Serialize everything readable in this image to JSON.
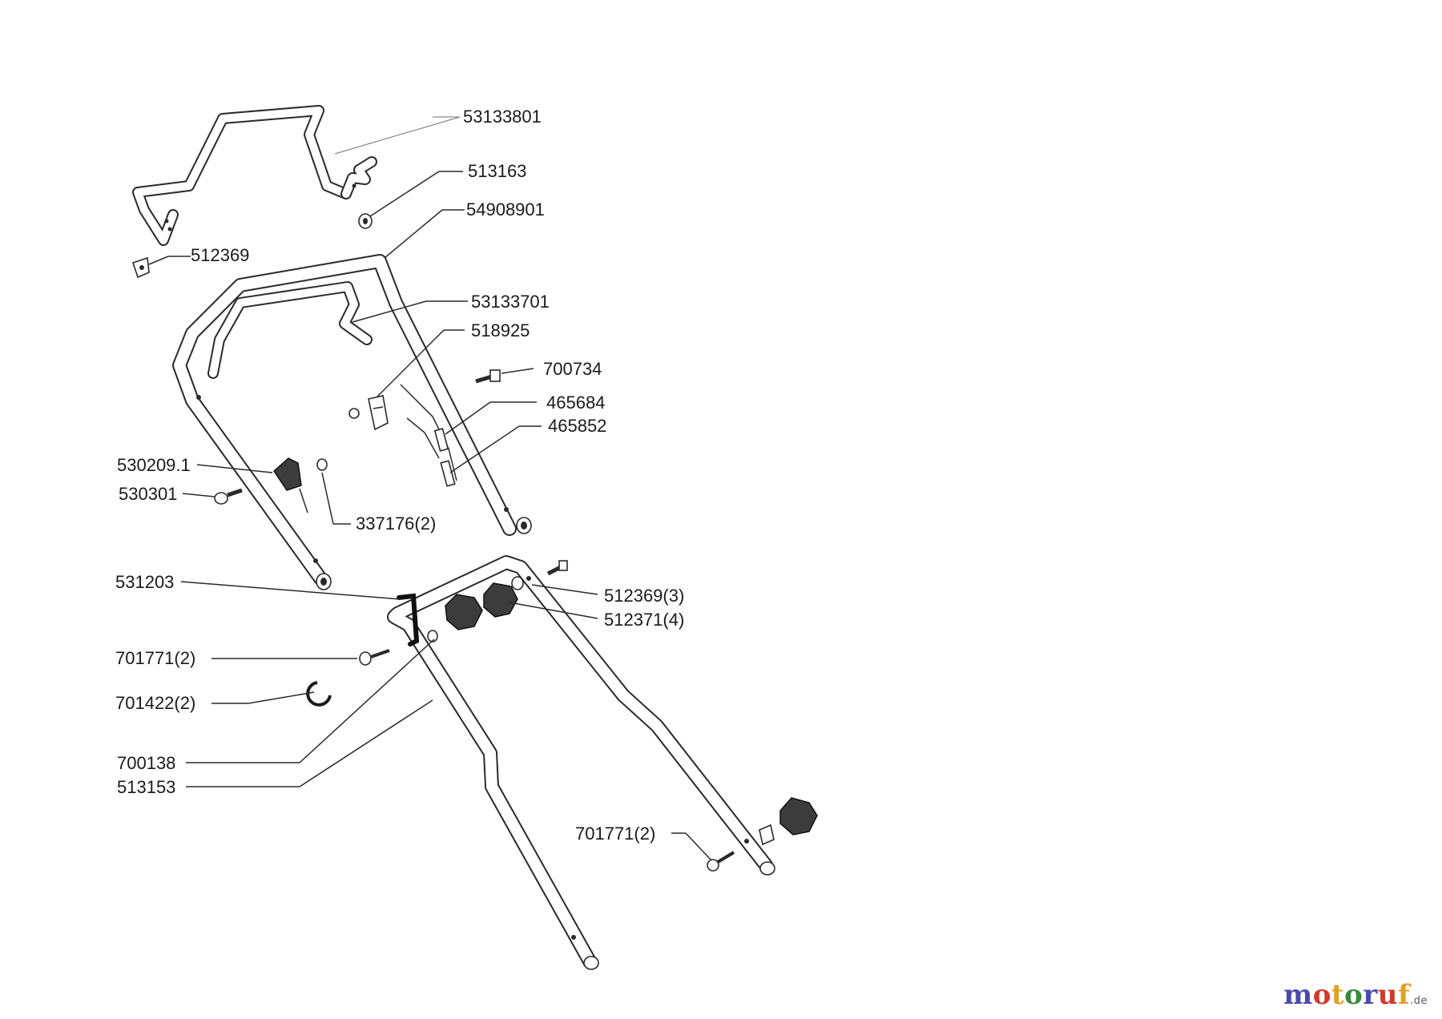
{
  "parts": [
    {
      "id": "p53133801",
      "number": "53133801"
    },
    {
      "id": "p513163",
      "number": "513163"
    },
    {
      "id": "p54908901",
      "number": "54908901"
    },
    {
      "id": "p512369",
      "number": "512369"
    },
    {
      "id": "p53133701",
      "number": "53133701"
    },
    {
      "id": "p518925",
      "number": "518925"
    },
    {
      "id": "p700734",
      "number": "700734"
    },
    {
      "id": "p465684",
      "number": "465684"
    },
    {
      "id": "p465852",
      "number": "465852"
    },
    {
      "id": "p530209_1",
      "number": "530209.1"
    },
    {
      "id": "p530301",
      "number": "530301"
    },
    {
      "id": "p337176",
      "number": "337176(2)"
    },
    {
      "id": "p531203",
      "number": "531203"
    },
    {
      "id": "p512369_3",
      "number": "512369(3)"
    },
    {
      "id": "p512371_4",
      "number": "512371(4)"
    },
    {
      "id": "p701771_a",
      "number": "701771(2)"
    },
    {
      "id": "p701422",
      "number": "701422(2)"
    },
    {
      "id": "p700138",
      "number": "700138"
    },
    {
      "id": "p513153",
      "number": "513153"
    },
    {
      "id": "p701771_b",
      "number": "701771(2)"
    }
  ],
  "watermark": {
    "letters": [
      "m",
      "o",
      "t",
      "o",
      "r",
      "u",
      "f"
    ],
    "letter_colors": [
      "#4a4ab0",
      "#d23a2a",
      "#e0a020",
      "#3a8a3a",
      "#4a4ab0",
      "#d23a2a",
      "#e0a020"
    ],
    "suffix": ".de"
  }
}
